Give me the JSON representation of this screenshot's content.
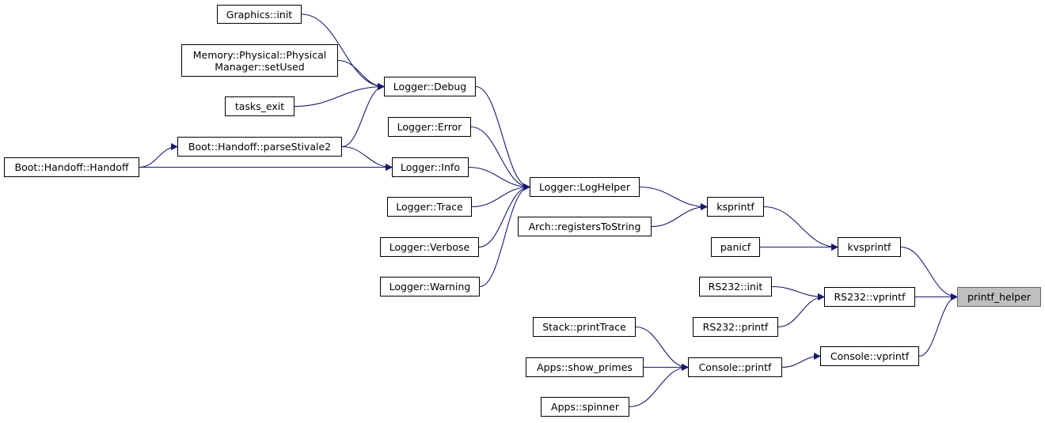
{
  "colors": {
    "edge": "#191970",
    "root_fill": "#bfbfbf",
    "node_border": "#000000"
  },
  "nodes": {
    "graphics_init": "Graphics::init",
    "setused": "Memory::Physical::Physical\nManager::setUsed",
    "tasks_exit": "tasks_exit",
    "parsestivale2": "Boot::Handoff::parseStivale2",
    "handoff": "Boot::Handoff::Handoff",
    "debug": "Logger::Debug",
    "error": "Logger::Error",
    "info": "Logger::Info",
    "trace": "Logger::Trace",
    "verbose": "Logger::Verbose",
    "warning": "Logger::Warning",
    "loghelper": "Logger::LogHelper",
    "regs": "Arch::registersToString",
    "ksprintf": "ksprintf",
    "panicf": "panicf",
    "kvsprintf": "kvsprintf",
    "rs232_init": "RS232::init",
    "rs232_printf": "RS232::printf",
    "rs232_vprintf": "RS232::vprintf",
    "printtrace": "Stack::printTrace",
    "show_primes": "Apps::show_primes",
    "spinner": "Apps::spinner",
    "console_printf": "Console::printf",
    "console_vprintf": "Console::vprintf",
    "printf_helper": "printf_helper"
  },
  "edges": [
    [
      "graphics_init",
      "debug"
    ],
    [
      "setused",
      "debug"
    ],
    [
      "tasks_exit",
      "debug"
    ],
    [
      "parsestivale2",
      "debug"
    ],
    [
      "handoff",
      "parsestivale2"
    ],
    [
      "handoff",
      "info"
    ],
    [
      "parsestivale2",
      "info"
    ],
    [
      "debug",
      "loghelper"
    ],
    [
      "error",
      "loghelper"
    ],
    [
      "info",
      "loghelper"
    ],
    [
      "trace",
      "loghelper"
    ],
    [
      "verbose",
      "loghelper"
    ],
    [
      "warning",
      "loghelper"
    ],
    [
      "loghelper",
      "ksprintf"
    ],
    [
      "regs",
      "ksprintf"
    ],
    [
      "ksprintf",
      "kvsprintf"
    ],
    [
      "panicf",
      "kvsprintf"
    ],
    [
      "kvsprintf",
      "printf_helper"
    ],
    [
      "rs232_init",
      "rs232_vprintf"
    ],
    [
      "rs232_printf",
      "rs232_vprintf"
    ],
    [
      "rs232_vprintf",
      "printf_helper"
    ],
    [
      "printtrace",
      "console_printf"
    ],
    [
      "show_primes",
      "console_printf"
    ],
    [
      "spinner",
      "console_printf"
    ],
    [
      "console_printf",
      "console_vprintf"
    ],
    [
      "console_vprintf",
      "printf_helper"
    ]
  ]
}
